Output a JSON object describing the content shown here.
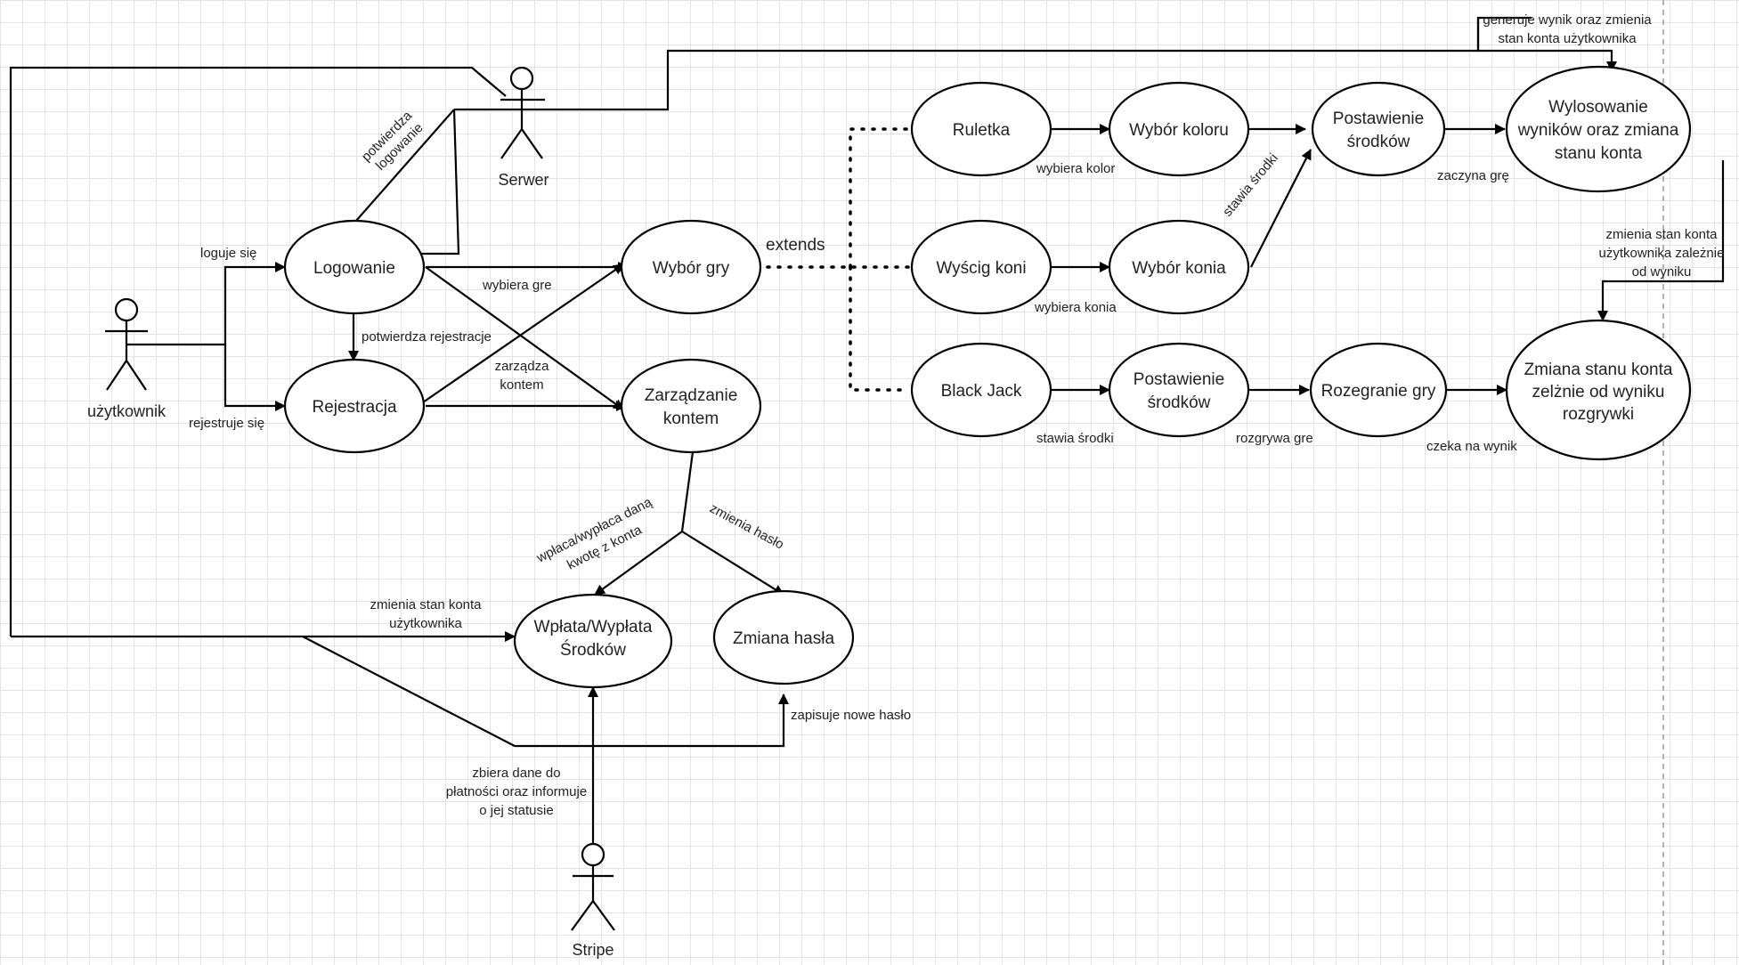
{
  "actors": {
    "user": "użytkownik",
    "server": "Serwer",
    "stripe": "Stripe"
  },
  "nodes": {
    "logowanie": "Logowanie",
    "rejestracja": "Rejestracja",
    "wybor_gry": "Wybór gry",
    "zarzadzanie_1": "Zarządzanie",
    "zarzadzanie_2": "kontem",
    "wplata_1": "Wpłata/Wypłata",
    "wplata_2": "Środków",
    "zmiana_hasla": "Zmiana hasła",
    "ruletka": "Ruletka",
    "wyscig": "Wyścig koni",
    "blackjack": "Black Jack",
    "wybor_koloru": "Wybór koloru",
    "wybor_konia": "Wybór konia",
    "postawienie_bj_1": "Postawienie",
    "postawienie_bj_2": "środków",
    "postawienie_top_1": "Postawienie",
    "postawienie_top_2": "środków",
    "rozegranie": "Rozegranie gry",
    "wylosowanie_1": "Wylosowanie",
    "wylosowanie_2": "wyników oraz zmiana",
    "wylosowanie_3": "stanu konta",
    "zmiana_stanu_1": "Zmiana stanu konta",
    "zmiana_stanu_2": "zelżnie od wyniku",
    "zmiana_stanu_3": "rozgrywki"
  },
  "edges": {
    "loguje": "loguje się",
    "rejestruje": "rejestruje się",
    "potw_log_1": "potwierdza",
    "potw_log_2": "logowanie",
    "potw_rej": "potwierdza rejestracje",
    "wybiera_gre": "wybiera gre",
    "zarzadza_1": "zarządza",
    "zarzadza_2": "kontem",
    "extends": "extends",
    "wplaca_1": "wpłaca/wypłaca daną",
    "wplaca_2": "kwotę z konta",
    "zmienia_haslo": "zmienia hasło",
    "zmienia_stan_1": "zmienia stan konta",
    "zmienia_stan_2": "użytkownika",
    "zapisuje": "zapisuje nowe hasło",
    "zbiera_1": "zbiera dane do",
    "zbiera_2": "płatności oraz informuje",
    "zbiera_3": "o jej statusie",
    "wybiera_kolor": "wybiera kolor",
    "wybiera_konia": "wybiera konia",
    "stawia_srodki_diag": "stawia środki",
    "stawia_srodki_bj": "stawia środki",
    "rozgrywa": "rozgrywa gre",
    "czeka": "czeka na wynik",
    "zaczyna": "zaczyna grę",
    "generuje_1": "generuje wynik oraz zmienia",
    "generuje_2": "stan konta użytkownika",
    "zmienia_zal_1": "zmienia stan konta",
    "zmienia_zal_2": "użytkownika zależnie",
    "zmienia_zal_3": "od wyniku"
  }
}
